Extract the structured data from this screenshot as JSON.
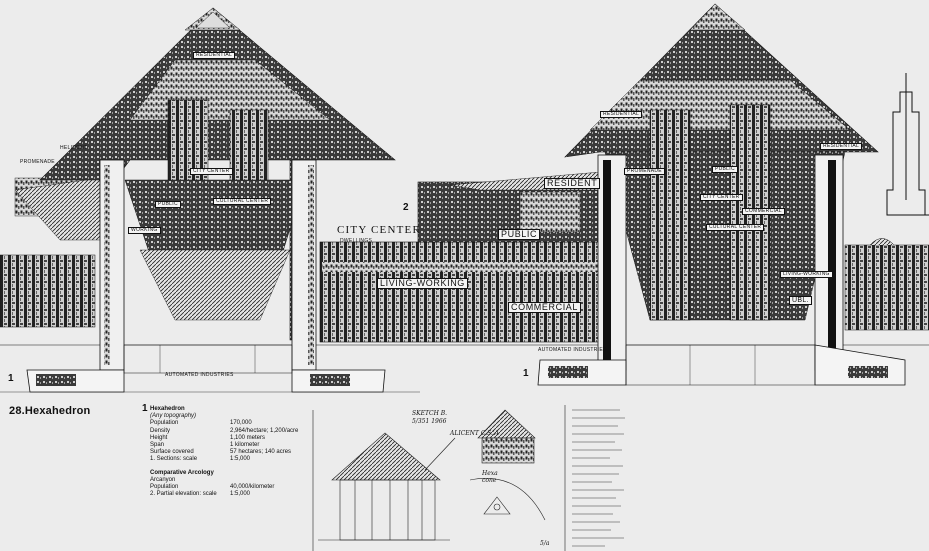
{
  "plate": {
    "title": "28.Hexahedron",
    "number_one": "1",
    "number_two": "2"
  },
  "labels_left": {
    "heliport": "HELIPONT",
    "promenade": "PROMENADE",
    "residential": "RESIDENTIAL",
    "city_center": "CITY CENTER",
    "cultural_center": "CULTURAL CENTER",
    "public": "PUBLIC",
    "working": "WORKING",
    "automated_industries": "AUTOMATED INDUSTRIES"
  },
  "labels_middle": {
    "city_center": "CITY CENTER",
    "dwellings": "DWELLINGS",
    "public": "PUBLIC",
    "living_working": "LIVING-WORKING",
    "commercial": "COMMERCIAL",
    "resident": "RESIDENT"
  },
  "labels_right": {
    "residential_left": "RESIDENTIAL",
    "residential_right": "RESIDENTIAL",
    "promenade": "PROMENADE",
    "public": "PUBLIC",
    "city_center": "CITY CENTER",
    "commercial": "COMMERCIAL",
    "cultural_center": "CULTURAL CENTER",
    "living_working": "LIVING-WORKING",
    "publ": "UBL.",
    "automated_industries": "AUTOMATED INDUSTRIES"
  },
  "specs": {
    "heading": "Hexahedron",
    "subheading": "(Any topography)",
    "rows": [
      {
        "k": "Population",
        "v": "170,000"
      },
      {
        "k": "Density",
        "v": "2,964/hectare; 1,200/acre"
      },
      {
        "k": "Height",
        "v": "1,100 meters"
      },
      {
        "k": "Span",
        "v": "1 kilometer"
      },
      {
        "k": "Surface covered",
        "v": "57 hectares; 140 acres"
      }
    ],
    "sections": {
      "k": "1. Sections: scale",
      "v": "1:5,000"
    },
    "comp_heading": "Comparative Arcology",
    "comp_name": "Arcanyon",
    "comp_rows": [
      {
        "k": "Population",
        "v": "40,000/kilometer"
      }
    ],
    "elevation": {
      "k": "2. Partial elevation: scale",
      "v": "1:5,000"
    }
  },
  "sketch": {
    "date_note": "SKETCH B. 5/351 1966",
    "arrow_note": "ALICENT C.S.'A",
    "side_note": "Hexa cone",
    "small_note": "5/a"
  },
  "colors": {
    "ink": "#111111",
    "paper": "#ececec",
    "shade": "#2a2a2a"
  }
}
